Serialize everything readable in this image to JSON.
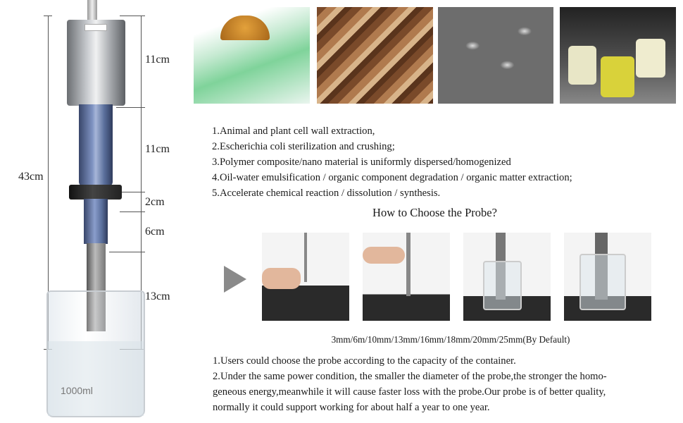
{
  "dimensions": {
    "total": "43cm",
    "parts": [
      "11cm",
      "11cm",
      "2cm",
      "6cm",
      "13cm"
    ]
  },
  "beaker": {
    "volume": "1000ml"
  },
  "applications": [
    "1.Animal and plant cell wall extraction,",
    "2.Escherichia coli sterilization and crushing;",
    "3.Polymer composite/nano material is uniformly dispersed/homogenized",
    "4.Oil-water emulsification / organic component degradation / organic matter extraction;",
    "5.Accelerate chemical reaction / dissolution / synthesis."
  ],
  "probe_section": {
    "title": "How to Choose the Probe?",
    "sizes": "3mm/6m/10mm/13mm/16mm/18mm/20mm/25mm(By Default)",
    "notes": [
      "1.Users could choose the probe according to the capacity of the container.",
      "2.Under the same power condition, the smaller the diameter of the probe,the stronger the homo-",
      "geneous energy,meanwhile it will cause faster loss with the probe.Our probe is of better quality,",
      "normally it could support working for about half a year to one year."
    ]
  },
  "colors": {
    "horn_blue": "#5a6f9c",
    "arrow_gray": "#8a8a8a"
  }
}
